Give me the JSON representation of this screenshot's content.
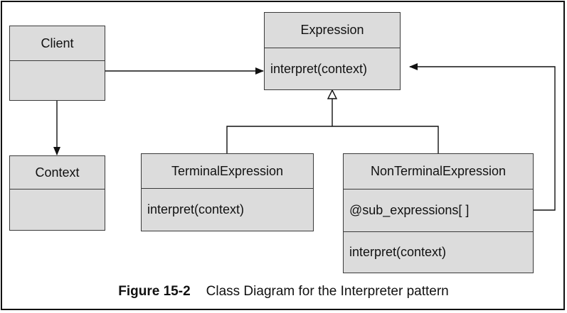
{
  "diagram": {
    "classes": {
      "client": {
        "name": "Client"
      },
      "context": {
        "name": "Context"
      },
      "expression": {
        "name": "Expression",
        "method": "interpret(context)"
      },
      "terminal": {
        "name": "TerminalExpression",
        "method": "interpret(context)"
      },
      "nonterminal": {
        "name": "NonTerminalExpression",
        "attribute": "@sub_expressions[ ]",
        "method": "interpret(context)"
      }
    },
    "relations": [
      {
        "from": "Client",
        "to": "Expression",
        "kind": "association"
      },
      {
        "from": "Client",
        "to": "Context",
        "kind": "association"
      },
      {
        "from": "TerminalExpression",
        "to": "Expression",
        "kind": "inheritance"
      },
      {
        "from": "NonTerminalExpression",
        "to": "Expression",
        "kind": "inheritance"
      },
      {
        "from": "NonTerminalExpression",
        "to": "Expression",
        "kind": "aggregation"
      }
    ]
  },
  "caption": {
    "number": "Figure 15-2",
    "text": "Class Diagram for the Interpreter pattern"
  }
}
